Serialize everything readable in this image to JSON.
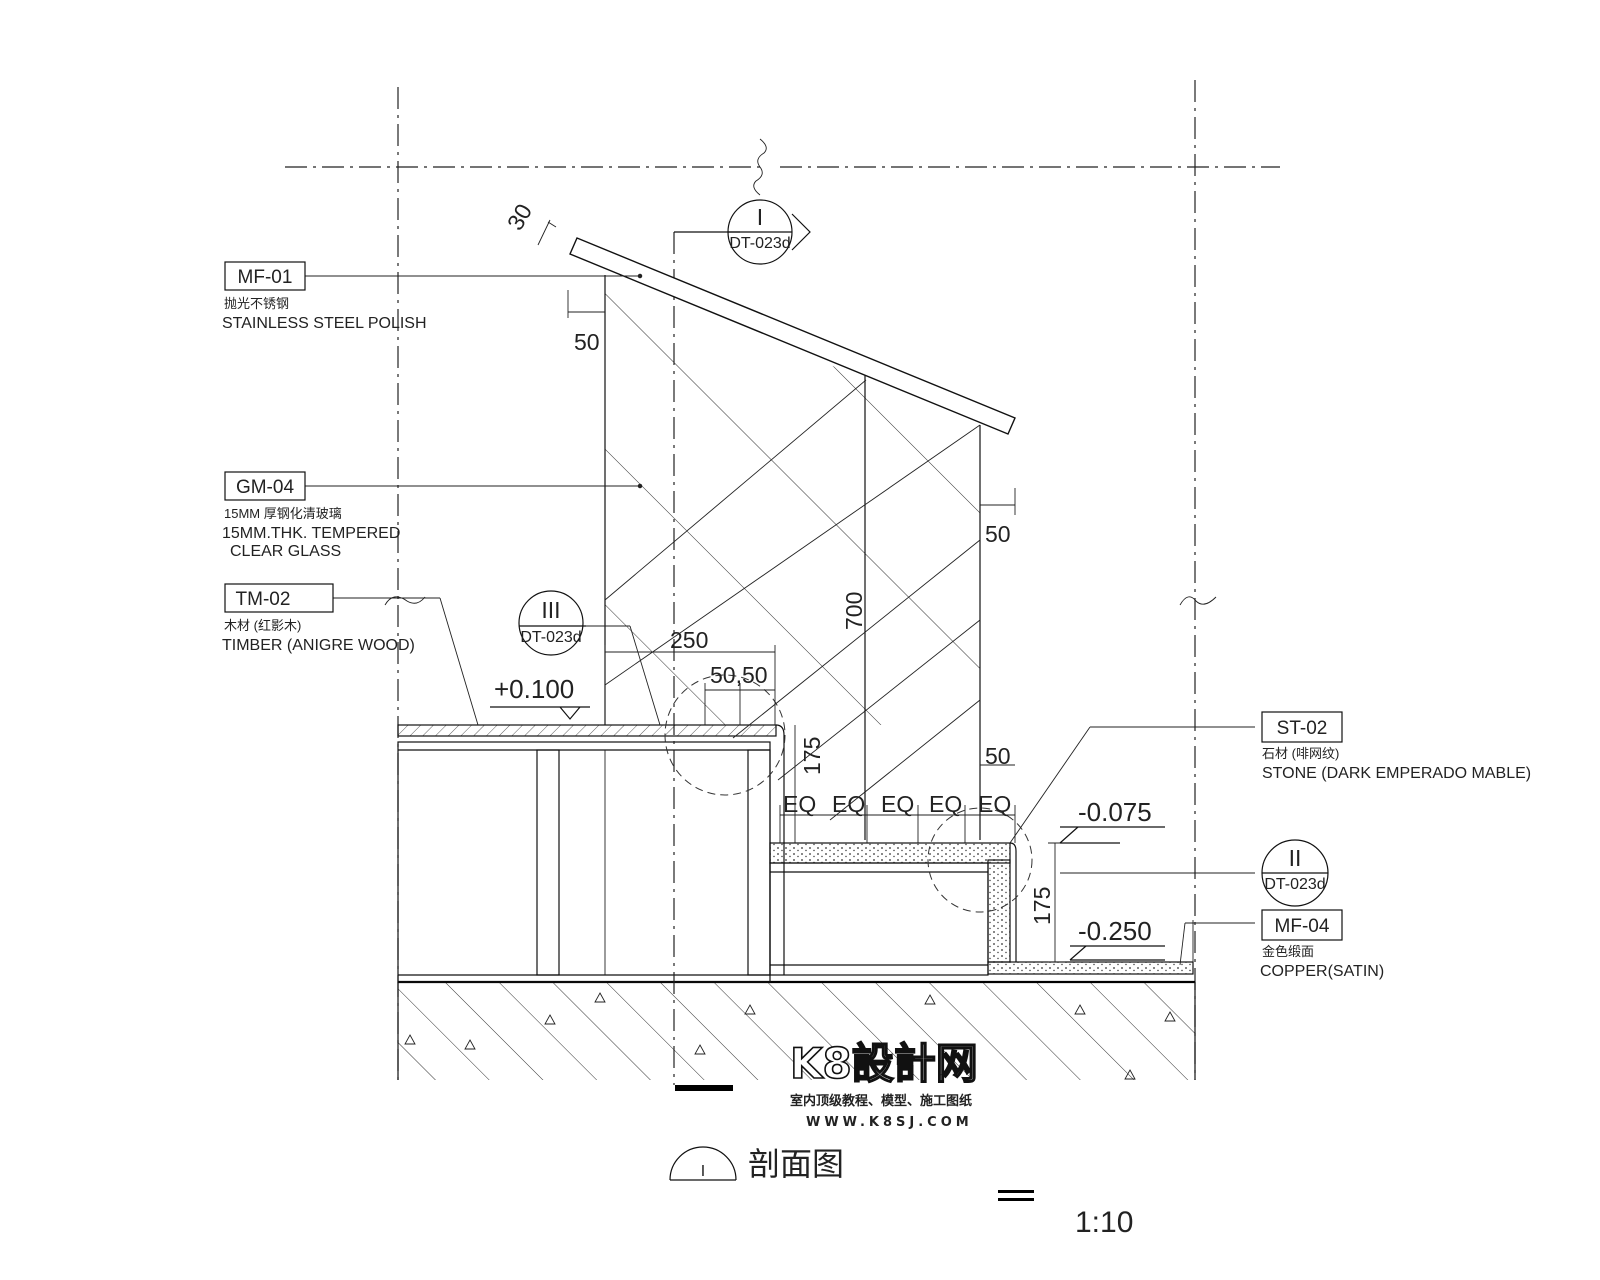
{
  "tags": {
    "mf01": "MF-01",
    "gm04": "GM-04",
    "tm02": "TM-02",
    "st02": "ST-02",
    "mf04": "MF-04"
  },
  "notes": {
    "mf01_cn": "抛光不锈钢",
    "mf01_en": "STAINLESS STEEL POLISH",
    "gm04_cn": "15MM 厚钢化清玻璃",
    "gm04_en1": "15MM.THK. TEMPERED",
    "gm04_en2": "CLEAR GLASS",
    "tm02_cn": "木材 (红影木)",
    "tm02_en": "TIMBER (ANIGRE WOOD)",
    "st02_cn": "石材 (啡网纹)",
    "st02_en": "STONE (DARK EMPERADO MABLE)",
    "mf04_cn": "金色缎面",
    "mf04_en": "COPPER(SATIN)"
  },
  "callouts": {
    "c1_num": "I",
    "c1_ref": "DT-023d",
    "c2_num": "II",
    "c2_ref": "DT-023d",
    "c3_num": "III",
    "c3_ref": "DT-023d"
  },
  "dimensions": {
    "d30": "30",
    "d50_left": "50",
    "d50_right": "50",
    "d50_low": "50",
    "d700": "700",
    "d250": "250",
    "d5050": "50,50",
    "d175_left": "175",
    "d175_right": "175",
    "eq": [
      "EQ",
      "EQ",
      "EQ",
      "EQ",
      "EQ"
    ]
  },
  "elevations": {
    "e1": "+0.100",
    "e2": "-0.075",
    "e3": "-0.250"
  },
  "title": {
    "marker": "I",
    "name": "剖面图",
    "scale": "1:10"
  },
  "watermark": {
    "brand": "K8設計网",
    "slogan": "室内顶级教程、模型、施工图纸",
    "url": "WWW.K8SJ.COM"
  }
}
